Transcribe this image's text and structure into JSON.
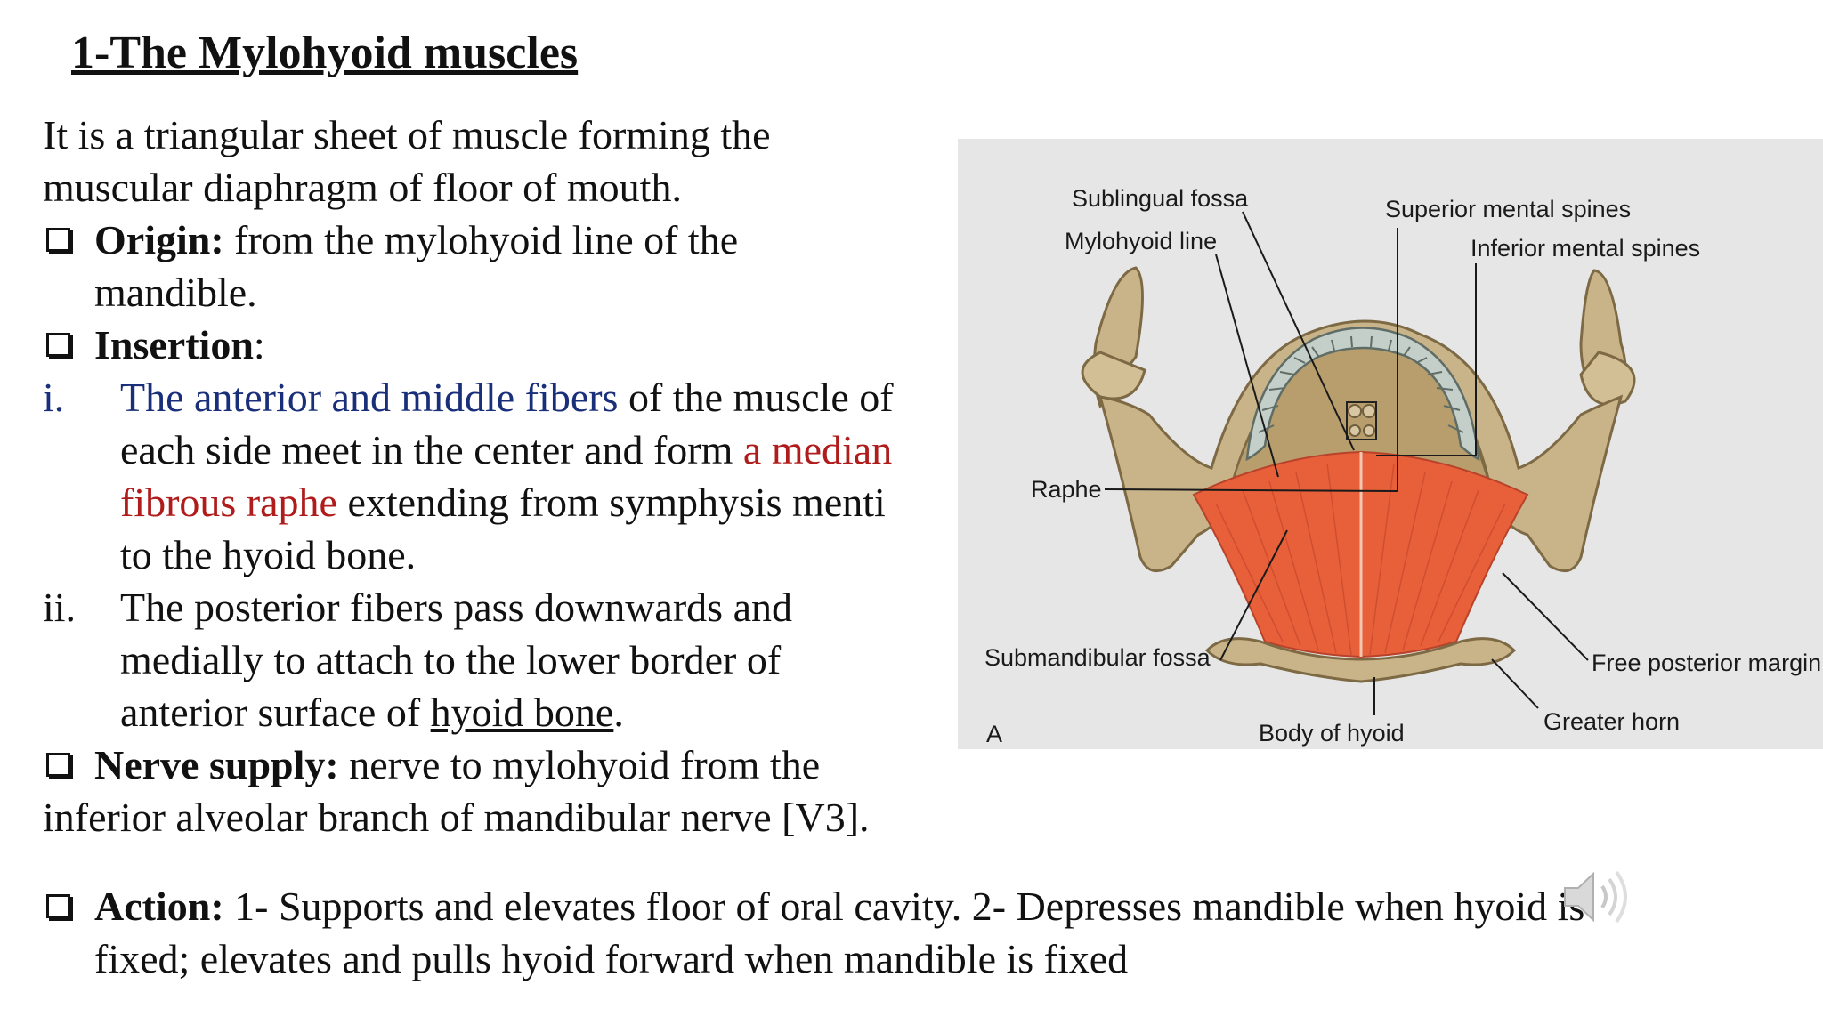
{
  "slide": {
    "title": "1-The Mylohyoid muscles",
    "intro_line1": "It is a triangular sheet of muscle forming the",
    "intro_line2": "muscular diaphragm of floor of mouth.",
    "origin_label": "Origin:",
    "origin_text": " from the mylohyoid line of the",
    "origin_cont": "mandible.",
    "insertion_label": "Insertion",
    "insertion_colon": ":",
    "item_i_num": "i.",
    "item_i_blue": "The anterior and middle fibers",
    "item_i_a": " of the muscle of",
    "item_i_b1": "each side meet in the center and form ",
    "item_i_red1": "a median",
    "item_i_red2": "fibrous raphe",
    "item_i_c": " extending from symphysis menti",
    "item_i_d": "to the hyoid bone.",
    "item_ii_num": "ii.",
    "item_ii_a": "The posterior fibers pass downwards and",
    "item_ii_b": "medially to attach to the lower border of",
    "item_ii_c1": "anterior surface of ",
    "item_ii_c2": "hyoid bone",
    "item_ii_c3": ".",
    "nerve_label": "Nerve supply:",
    "nerve_text": " nerve to mylohyoid from the",
    "nerve_cont": "inferior alveolar branch of mandibular nerve [V3].",
    "action_label": "Action:",
    "action_text": " 1- Supports and elevates floor of oral cavity. 2- Depresses mandible when hyoid is",
    "action_cont": "fixed; elevates and pulls hyoid forward when mandible is fixed"
  },
  "figure": {
    "labels": {
      "sublingual_fossa": "Sublingual fossa",
      "mylohyoid_line": "Mylohyoid line",
      "superior_mental_spines": "Superior mental spines",
      "inferior_mental_spines": "Inferior mental spines",
      "raphe": "Raphe",
      "submandibular_fossa": "Submandibular fossa",
      "free_posterior_margin": "Free posterior margin",
      "greater_horn": "Greater horn",
      "body_of_hyoid": "Body of hyoid",
      "panel_letter": "A"
    },
    "colors": {
      "background": "#e6e6e6",
      "bone": "#c9b48a",
      "bone_shadow": "#7d6a45",
      "muscle": "#e8603a",
      "teeth": "#c3cfc8"
    }
  },
  "icons": {
    "audio": "speaker-icon"
  }
}
